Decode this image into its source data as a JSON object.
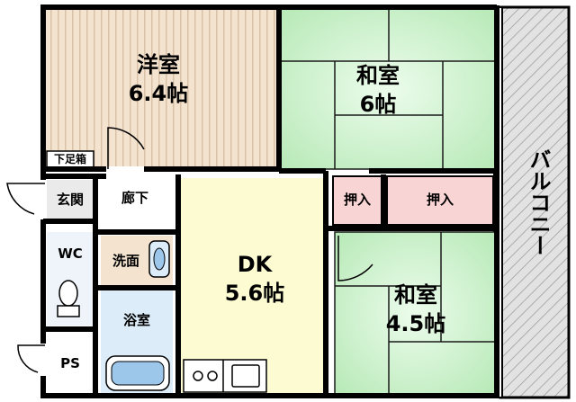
{
  "rooms": {
    "youshitsu": {
      "name": "洋室",
      "size": "6.4帖"
    },
    "washitsu_top": {
      "name": "和室",
      "size": "6帖"
    },
    "washitsu_bottom": {
      "name": "和室",
      "size": "4.5帖"
    },
    "dk": {
      "name": "DK",
      "size": "5.6帖"
    },
    "balcony": {
      "name": "バルコニー"
    },
    "oshiire_small": {
      "name": "押入"
    },
    "oshiire_large": {
      "name": "押入"
    },
    "shimoashibako": {
      "name": "下足箱"
    },
    "genkan": {
      "name": "玄関"
    },
    "rouka": {
      "name": "廊下"
    },
    "wc": {
      "name": "WC"
    },
    "senmen": {
      "name": "洗面"
    },
    "yokushitsu": {
      "name": "浴室"
    },
    "ps": {
      "name": "PS"
    }
  },
  "colors": {
    "youshitsu_floor": "#f4e3cf",
    "youshitsu_stripe": "#d8c2a8",
    "tatami": "#c9f0c9",
    "tatami_light": "#e6fae6",
    "dk_floor": "#fdfbd2",
    "oshiire": "#f9d4d4",
    "bath": "#dcecf8",
    "balcony": "#d0d0d0",
    "genkan": "#eaeaea",
    "wall": "#000000"
  }
}
